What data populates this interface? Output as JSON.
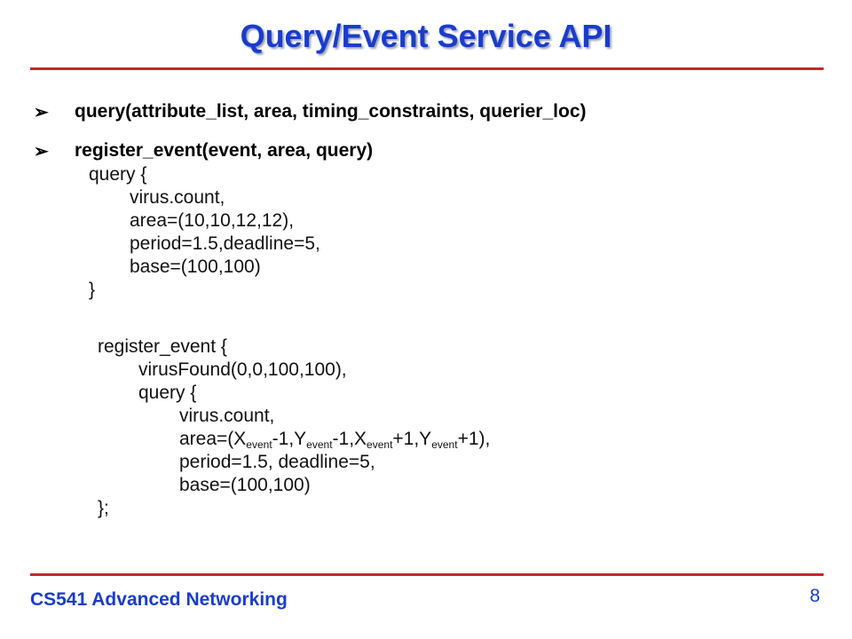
{
  "slide": {
    "title": "Query/Event Service API",
    "bullets": [
      "query(attribute_list, area, timing_constraints, querier_loc)",
      "register_event(event, area, query)"
    ],
    "bullet_glyph": "➢"
  },
  "code_query": {
    "l1": "query {",
    "l2": "virus.count,",
    "l3": "area=(10,10,12,12),",
    "l4": "period=1.5,deadline=5,",
    "l5": "base=(100,100)",
    "l6": "}"
  },
  "code_event": {
    "l1": "register_event {",
    "l2": "virusFound(0,0,100,100),",
    "l3": "query {",
    "l4": "virus.count,",
    "l5": {
      "p1": "area=(X",
      "s1": "event",
      "p2": "-1,Y",
      "s2": "event",
      "p3": "-1,X",
      "s3": "event",
      "p4": "+1,Y",
      "s4": "event",
      "p5": "+1),"
    },
    "l6": "period=1.5, deadline=5,",
    "l7": "base=(100,100)",
    "l8": "};"
  },
  "footer": {
    "course": "CS541 Advanced Networking",
    "page": "8"
  },
  "colors": {
    "title": "#1a3ccc",
    "rule": "#c62828",
    "footer": "#1a3ccc"
  }
}
